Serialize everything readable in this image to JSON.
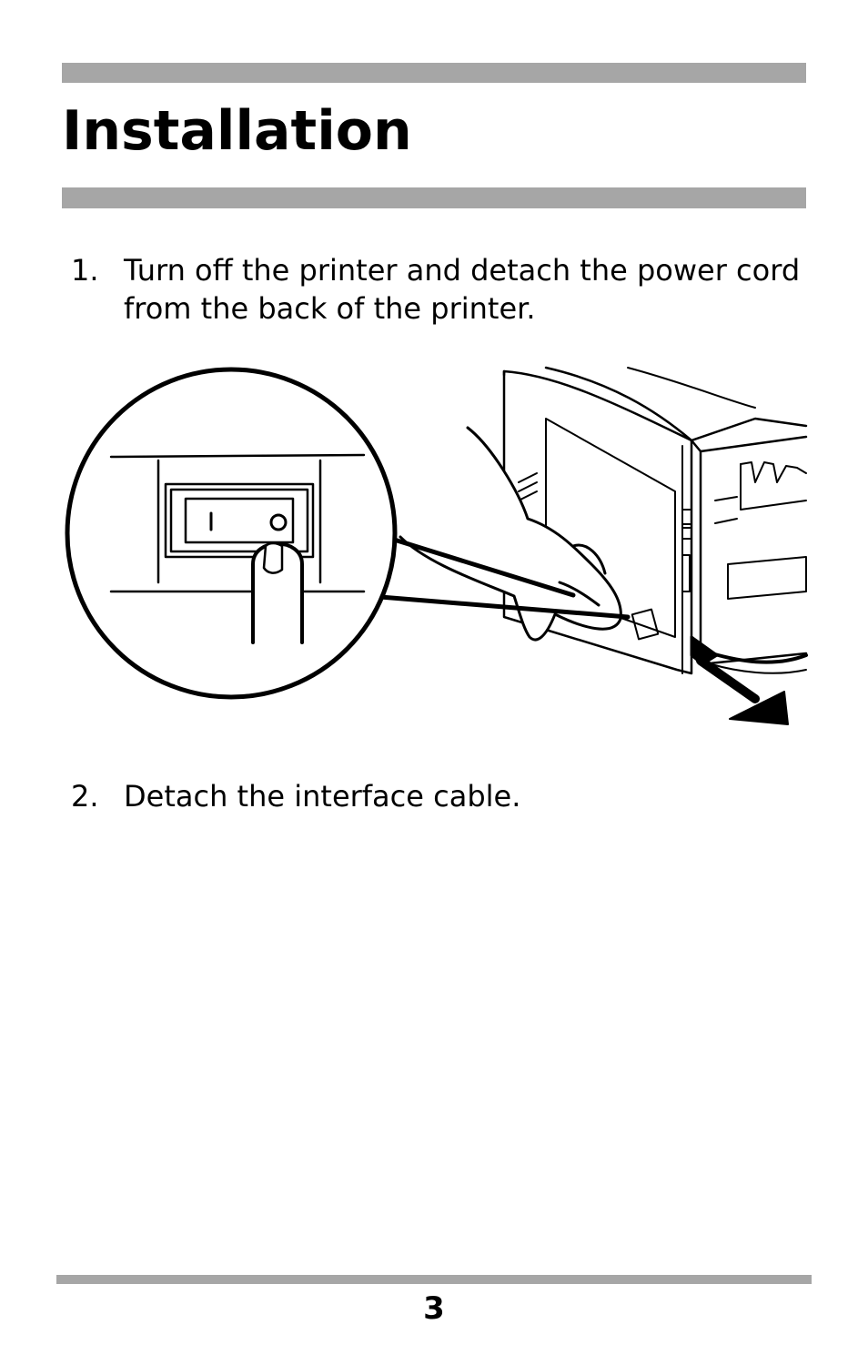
{
  "page": {
    "title": "Installation",
    "page_number": "3"
  },
  "steps": [
    {
      "number": "1.",
      "text": "Turn off the printer and detach the power cord from the back of the printer."
    },
    {
      "number": "2.",
      "text": "Detach the interface cable."
    }
  ],
  "illustration": {
    "icon": "printer-power-switch-illustration"
  }
}
